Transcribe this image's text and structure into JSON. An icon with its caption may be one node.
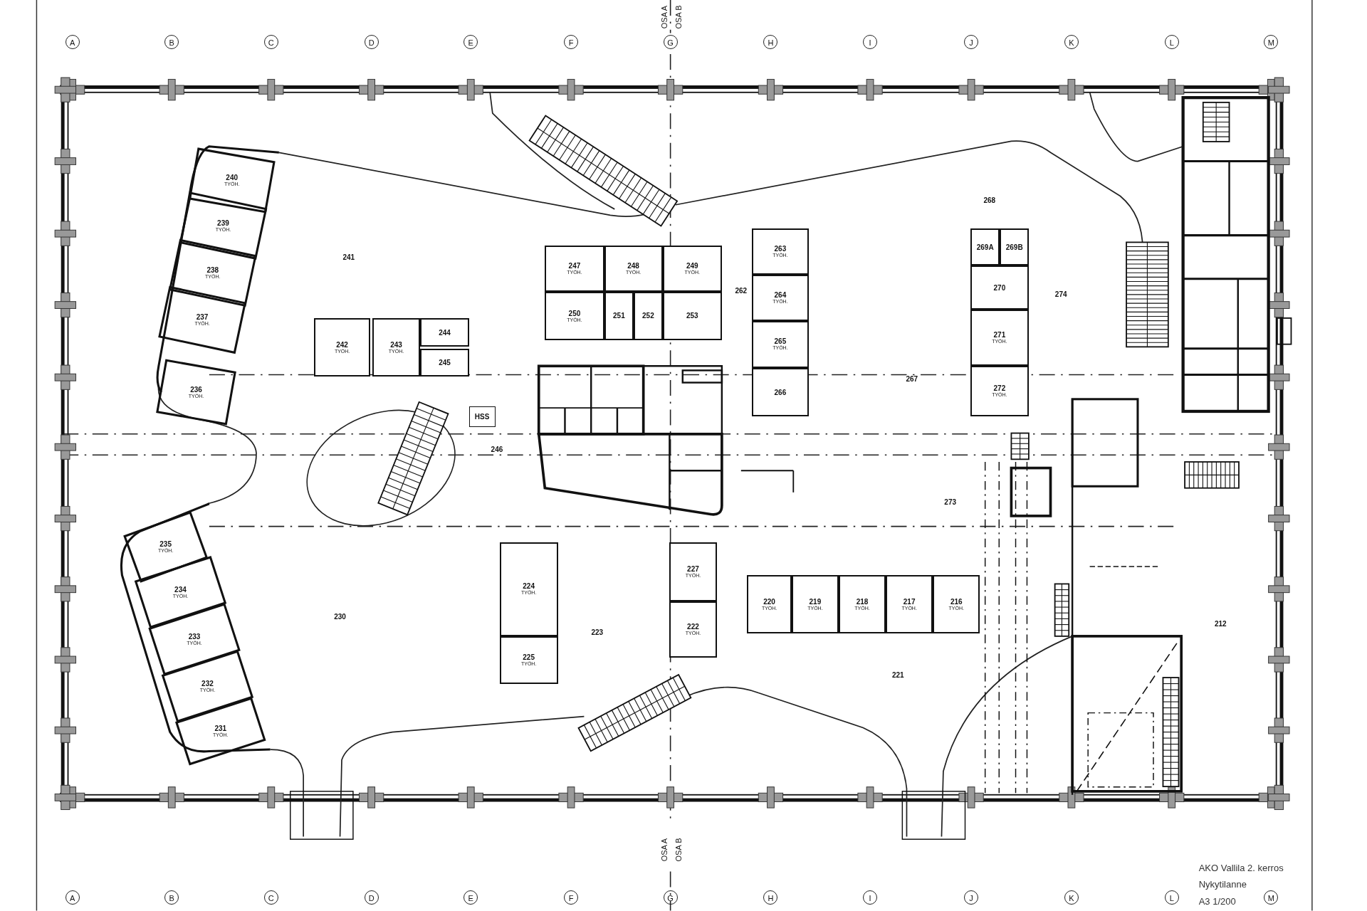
{
  "diagram": {
    "nodes": [
      {
        "text": [
          "240",
          "TYÖH."
        ]
      },
      {
        "text": [
          "239",
          "TYÖH."
        ]
      },
      {
        "text": [
          "238",
          "TYÖH."
        ]
      },
      {
        "text": [
          "237",
          "TYÖH."
        ]
      },
      {
        "text": [
          "236",
          "TYÖH."
        ]
      },
      {
        "text": [
          "247",
          "TYÖH."
        ]
      },
      {
        "text": [
          "248",
          "TYÖH."
        ]
      },
      {
        "text": [
          "249",
          "TYÖH."
        ]
      },
      {
        "text": [
          "250",
          "TYÖH."
        ]
      },
      {
        "text": [
          "251"
        ]
      },
      {
        "text": [
          "252"
        ]
      },
      {
        "text": [
          "253"
        ]
      },
      {
        "text": [
          "263",
          "TYÖH."
        ]
      },
      {
        "text": [
          "264",
          "TYÖH."
        ]
      },
      {
        "text": [
          "265",
          "TYÖH."
        ]
      },
      {
        "text": [
          "266"
        ]
      },
      {
        "text": [
          "269A"
        ]
      },
      {
        "text": [
          "269B"
        ]
      },
      {
        "text": [
          "270"
        ]
      },
      {
        "text": [
          "271",
          "TYÖH."
        ]
      },
      {
        "text": [
          "272",
          "TYÖH."
        ]
      },
      {
        "text": [
          "242",
          "TYÖH."
        ]
      },
      {
        "text": [
          "243",
          "TYÖH."
        ]
      },
      {
        "text": [
          "244"
        ]
      },
      {
        "text": [
          "245"
        ]
      },
      {
        "text": [
          "HSS"
        ]
      },
      {
        "text": [
          "235",
          "TYÖH."
        ]
      },
      {
        "text": [
          "234",
          "TYÖH."
        ]
      },
      {
        "text": [
          "233",
          "TYÖH."
        ]
      },
      {
        "text": [
          "232",
          "TYÖH."
        ]
      },
      {
        "text": [
          "231",
          "TYÖH."
        ]
      },
      {
        "text": [
          "224",
          "TYÖH."
        ]
      },
      {
        "text": [
          "225",
          "TYÖH."
        ]
      },
      {
        "text": [
          "227",
          "TYÖH."
        ]
      },
      {
        "text": [
          "222",
          "TYÖH."
        ]
      },
      {
        "text": [
          "220",
          "TYÖH."
        ]
      },
      {
        "text": [
          "219",
          "TYÖH."
        ]
      },
      {
        "text": [
          "218",
          "TYÖH."
        ]
      },
      {
        "text": [
          "217",
          "TYÖH."
        ]
      },
      {
        "text": [
          "216",
          "TYÖH."
        ]
      }
    ],
    "labels": [
      "A",
      "B",
      "C",
      "D",
      "E",
      "F",
      "G",
      "H",
      "I",
      "J",
      "K",
      "L",
      "M",
      "OSA A",
      "OSA B",
      "241",
      "268",
      "262",
      "274",
      "267",
      "246",
      "273",
      "230",
      "223",
      "221",
      "212",
      "OSA A",
      "OSA B",
      "A",
      "B",
      "C",
      "D",
      "E",
      "F",
      "G",
      "H",
      "I",
      "J",
      "K",
      "L",
      "M",
      "AKO Vallila 2. kerros",
      "Nykytilanne",
      "A3 1/200"
    ]
  }
}
